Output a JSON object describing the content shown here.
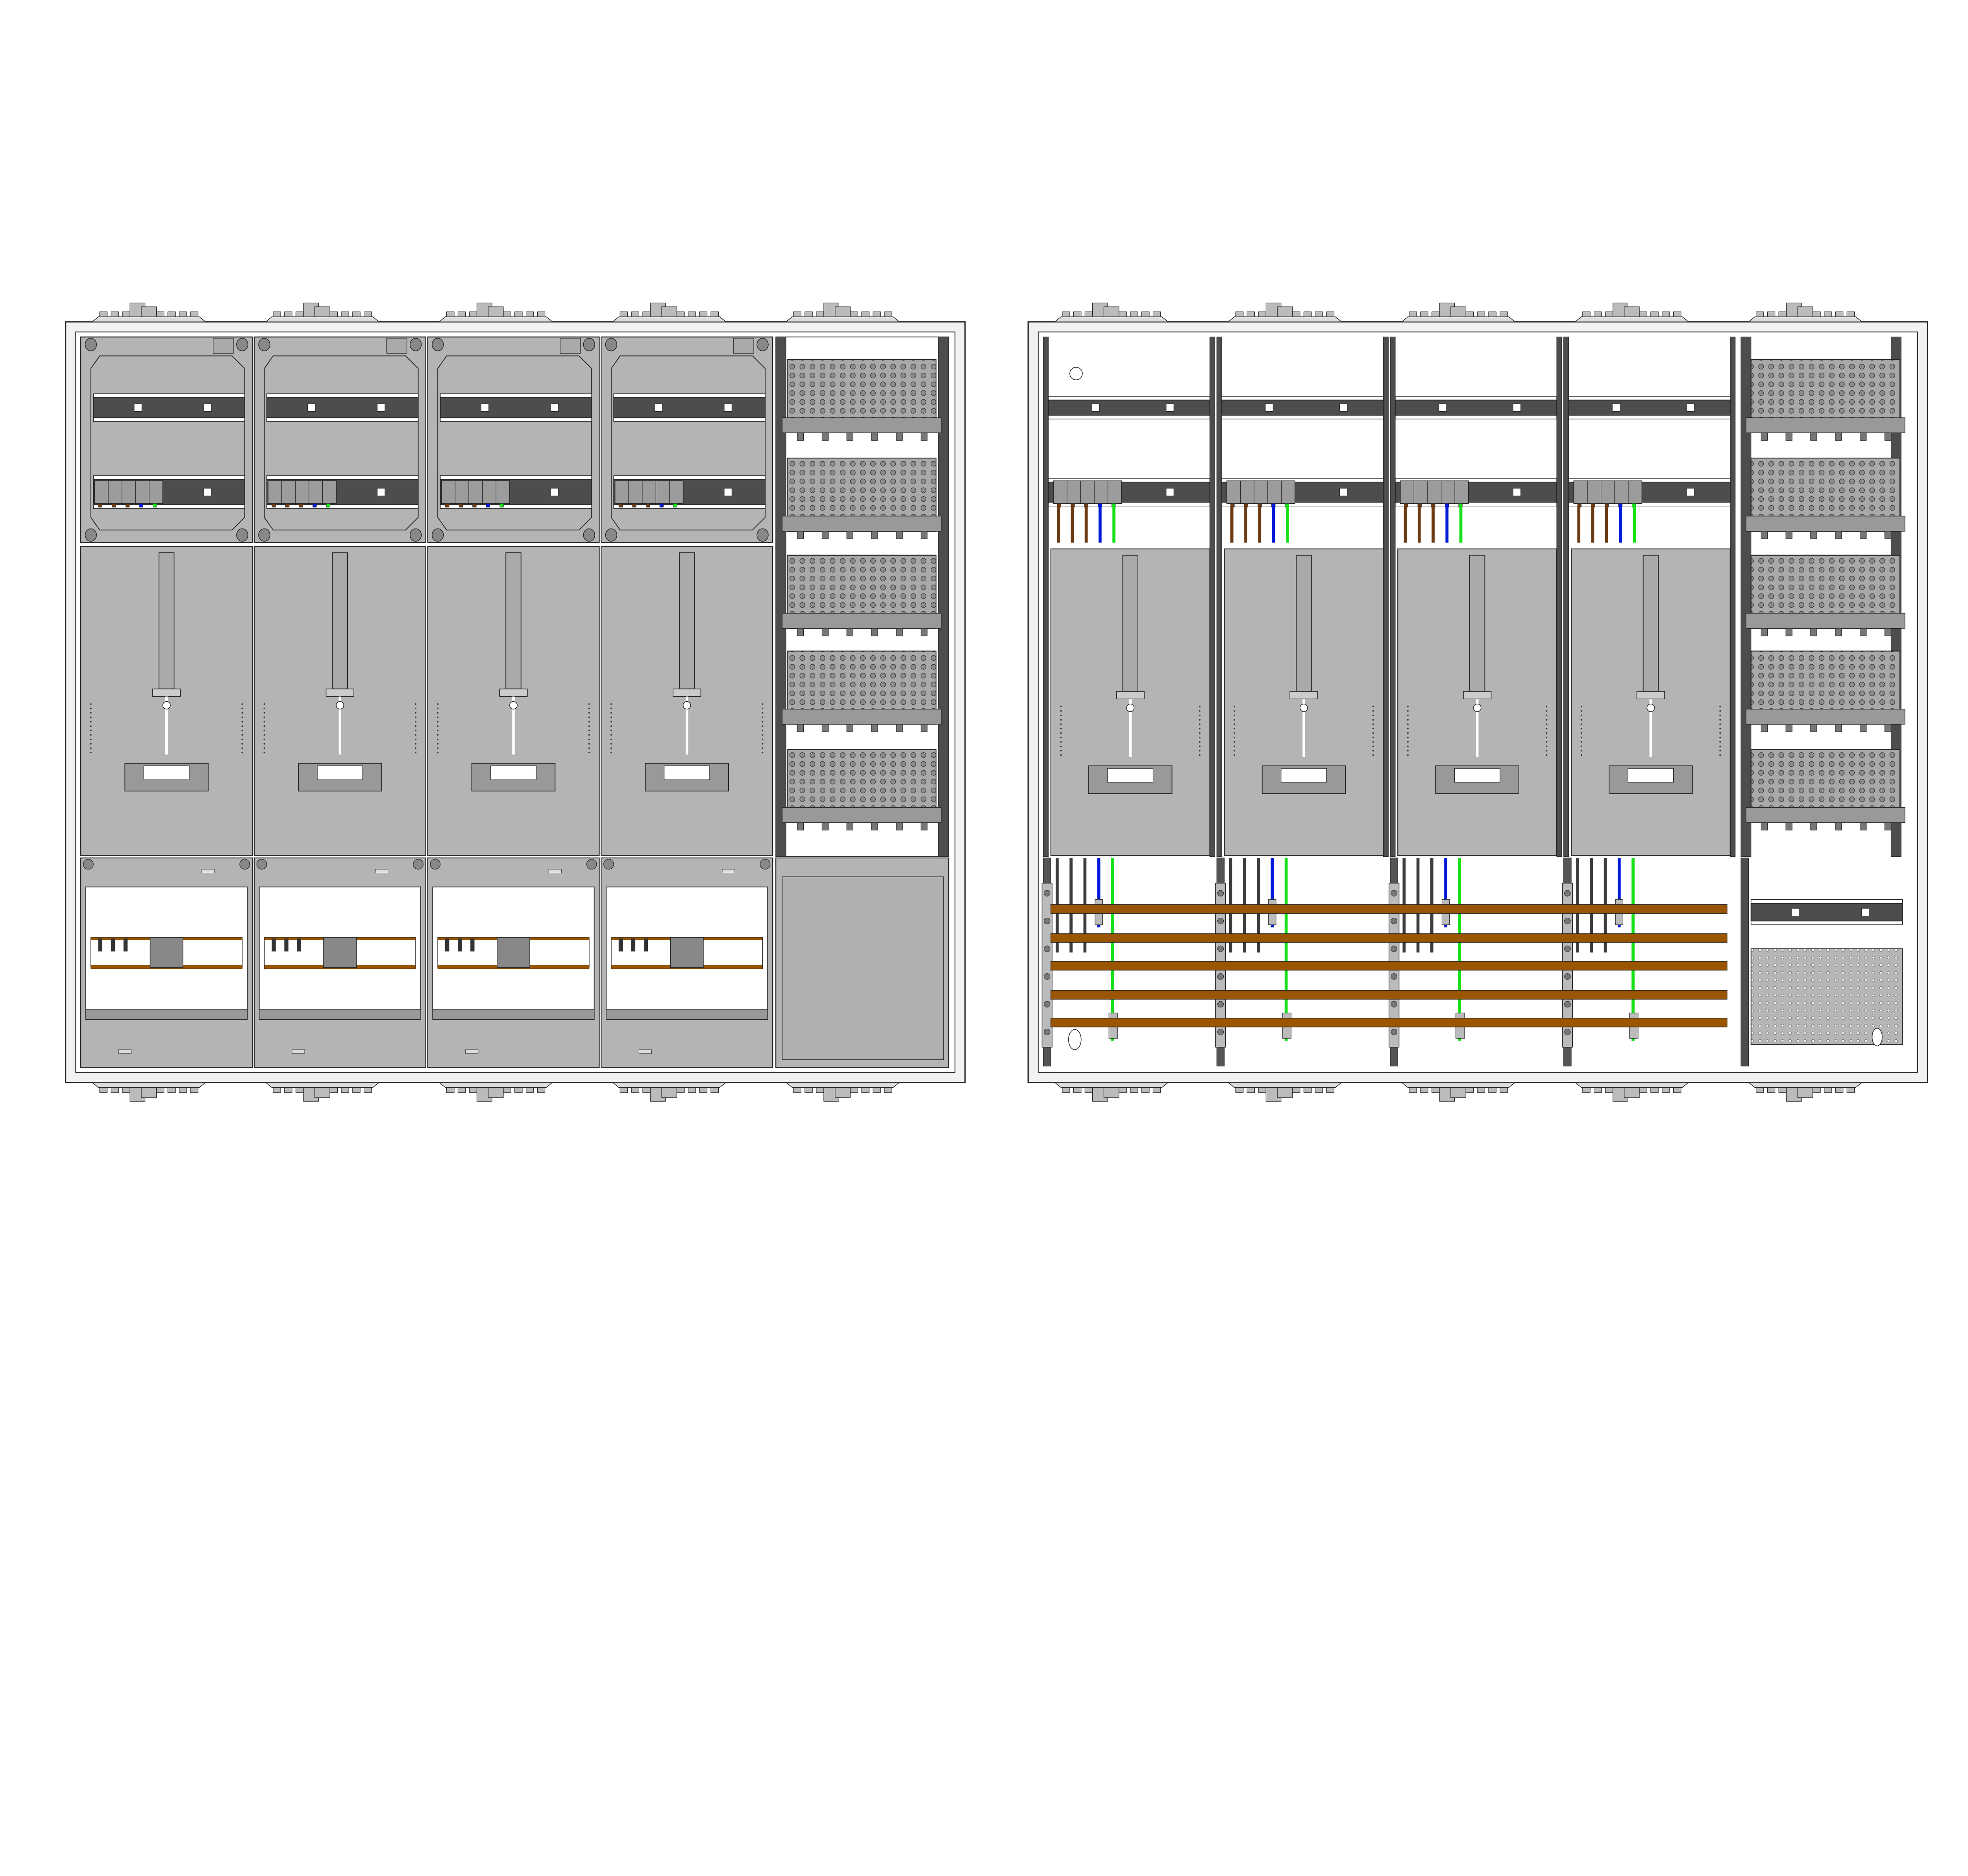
{
  "drawing": {
    "views": [
      "front-with-covers",
      "open-interior"
    ],
    "meter_bays_per_cabinet": 4,
    "distribution_plates_per_column": 5
  },
  "colors": {
    "panel": "#b4b4b4",
    "panel_dark": "#a6a6a6",
    "rail": "#4d4d4d",
    "frame": "#f2f2f2",
    "busbar": "#9a5500",
    "wire_phase": "#3c3c3c",
    "wire_brown": "#6b3a12",
    "wire_neutral": "#0018d8",
    "wire_earth": "#18e018",
    "stroke": "#222222"
  }
}
